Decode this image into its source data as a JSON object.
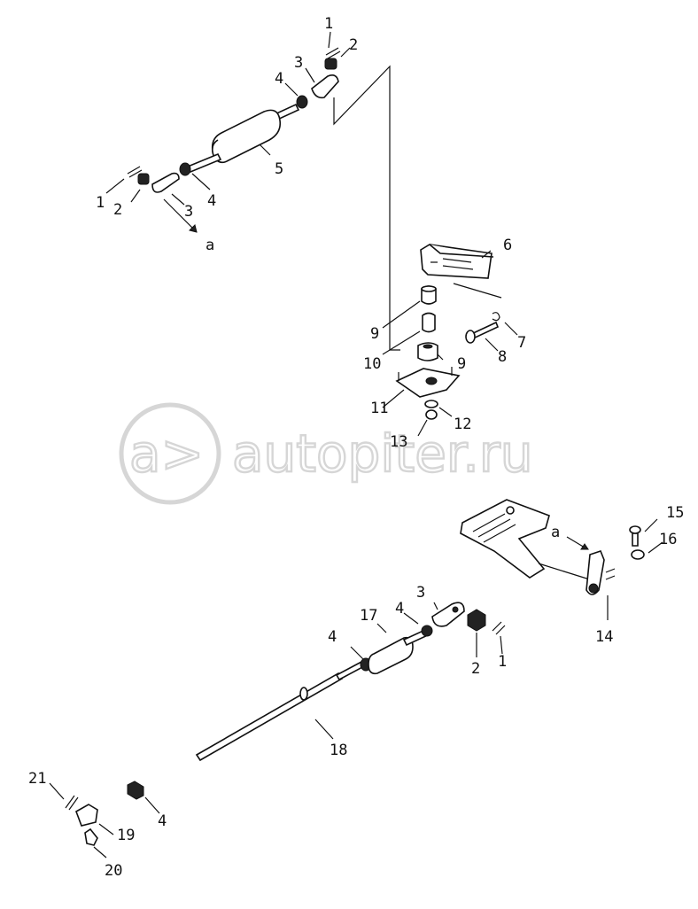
{
  "watermark": {
    "text": "autopiter.ru",
    "logo_glyph": "a>"
  },
  "callouts": [
    {
      "id": "c1a",
      "text": "1"
    },
    {
      "id": "c2a",
      "text": "2"
    },
    {
      "id": "c3a",
      "text": "3"
    },
    {
      "id": "c4a",
      "text": "4"
    },
    {
      "id": "c5",
      "text": "5"
    },
    {
      "id": "c1b",
      "text": "1"
    },
    {
      "id": "c2b",
      "text": "2"
    },
    {
      "id": "c3b",
      "text": "3"
    },
    {
      "id": "c4b",
      "text": "4"
    },
    {
      "id": "ca1",
      "text": "a"
    },
    {
      "id": "c6",
      "text": "6"
    },
    {
      "id": "c7",
      "text": "7"
    },
    {
      "id": "c8",
      "text": "8"
    },
    {
      "id": "c9a",
      "text": "9"
    },
    {
      "id": "c10",
      "text": "10"
    },
    {
      "id": "c9b",
      "text": "9"
    },
    {
      "id": "c11",
      "text": "11"
    },
    {
      "id": "c12",
      "text": "12"
    },
    {
      "id": "c13",
      "text": "13"
    },
    {
      "id": "c15",
      "text": "15"
    },
    {
      "id": "c16",
      "text": "16"
    },
    {
      "id": "ca2",
      "text": "a"
    },
    {
      "id": "c14",
      "text": "14"
    },
    {
      "id": "c17",
      "text": "17"
    },
    {
      "id": "c3c",
      "text": "3"
    },
    {
      "id": "c4c",
      "text": "4"
    },
    {
      "id": "c4d",
      "text": "4"
    },
    {
      "id": "c2c",
      "text": "2"
    },
    {
      "id": "c1c",
      "text": "1"
    },
    {
      "id": "c18",
      "text": "18"
    },
    {
      "id": "c21",
      "text": "21"
    },
    {
      "id": "c19",
      "text": "19"
    },
    {
      "id": "c20",
      "text": "20"
    },
    {
      "id": "c4e",
      "text": "4"
    }
  ]
}
